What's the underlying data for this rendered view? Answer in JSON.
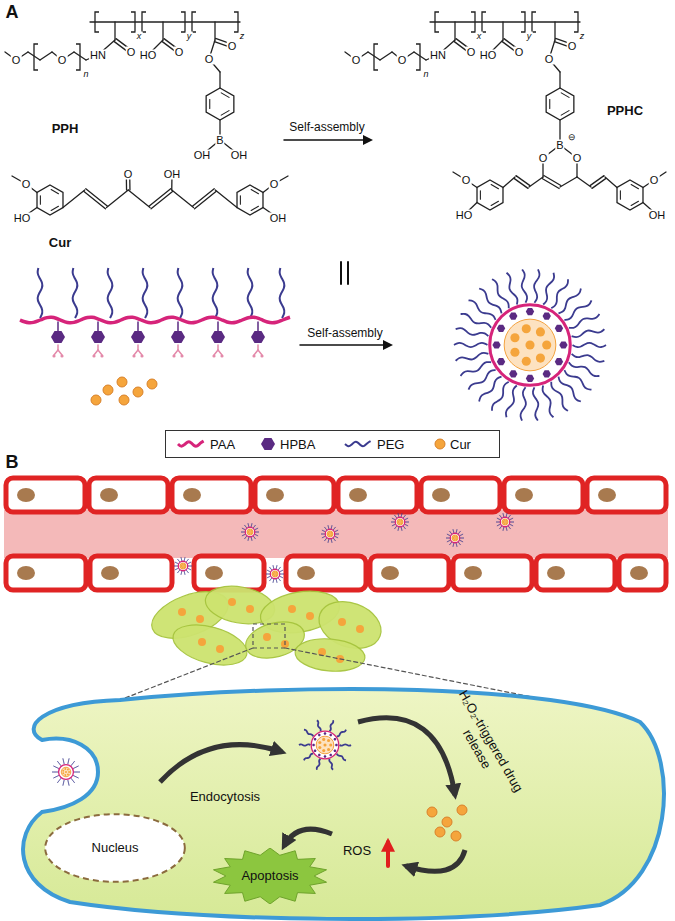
{
  "diagram": {
    "nodes": [
      {
        "text": [
          "Nucleus"
        ]
      },
      {
        "text": [
          "Apoptosis"
        ]
      }
    ],
    "labels": [
      "A",
      "O",
      "O",
      "n",
      "HN",
      "O",
      "x",
      "HO",
      "O",
      "y",
      "O",
      "O",
      "z",
      "B",
      "OH",
      "OH",
      "PPH",
      "O",
      "OH",
      "O",
      "HO",
      "O",
      "OH",
      "Cur",
      "Self-assembly",
      "O",
      "O",
      "n",
      "HN",
      "O",
      "x",
      "HO",
      "O",
      "y",
      "O",
      "O",
      "z",
      "B",
      "⊖",
      "O",
      "O",
      "O",
      "HO",
      "O",
      "OH",
      "PPHC",
      "Self-assembly",
      "B",
      "Endocytosis",
      "H₂O₂-triggered drug release",
      "ROS"
    ],
    "legend": [
      {
        "text": "PAA"
      },
      {
        "text": "HPBA"
      },
      {
        "text": "PEG"
      },
      {
        "text": "Cur"
      }
    ]
  }
}
